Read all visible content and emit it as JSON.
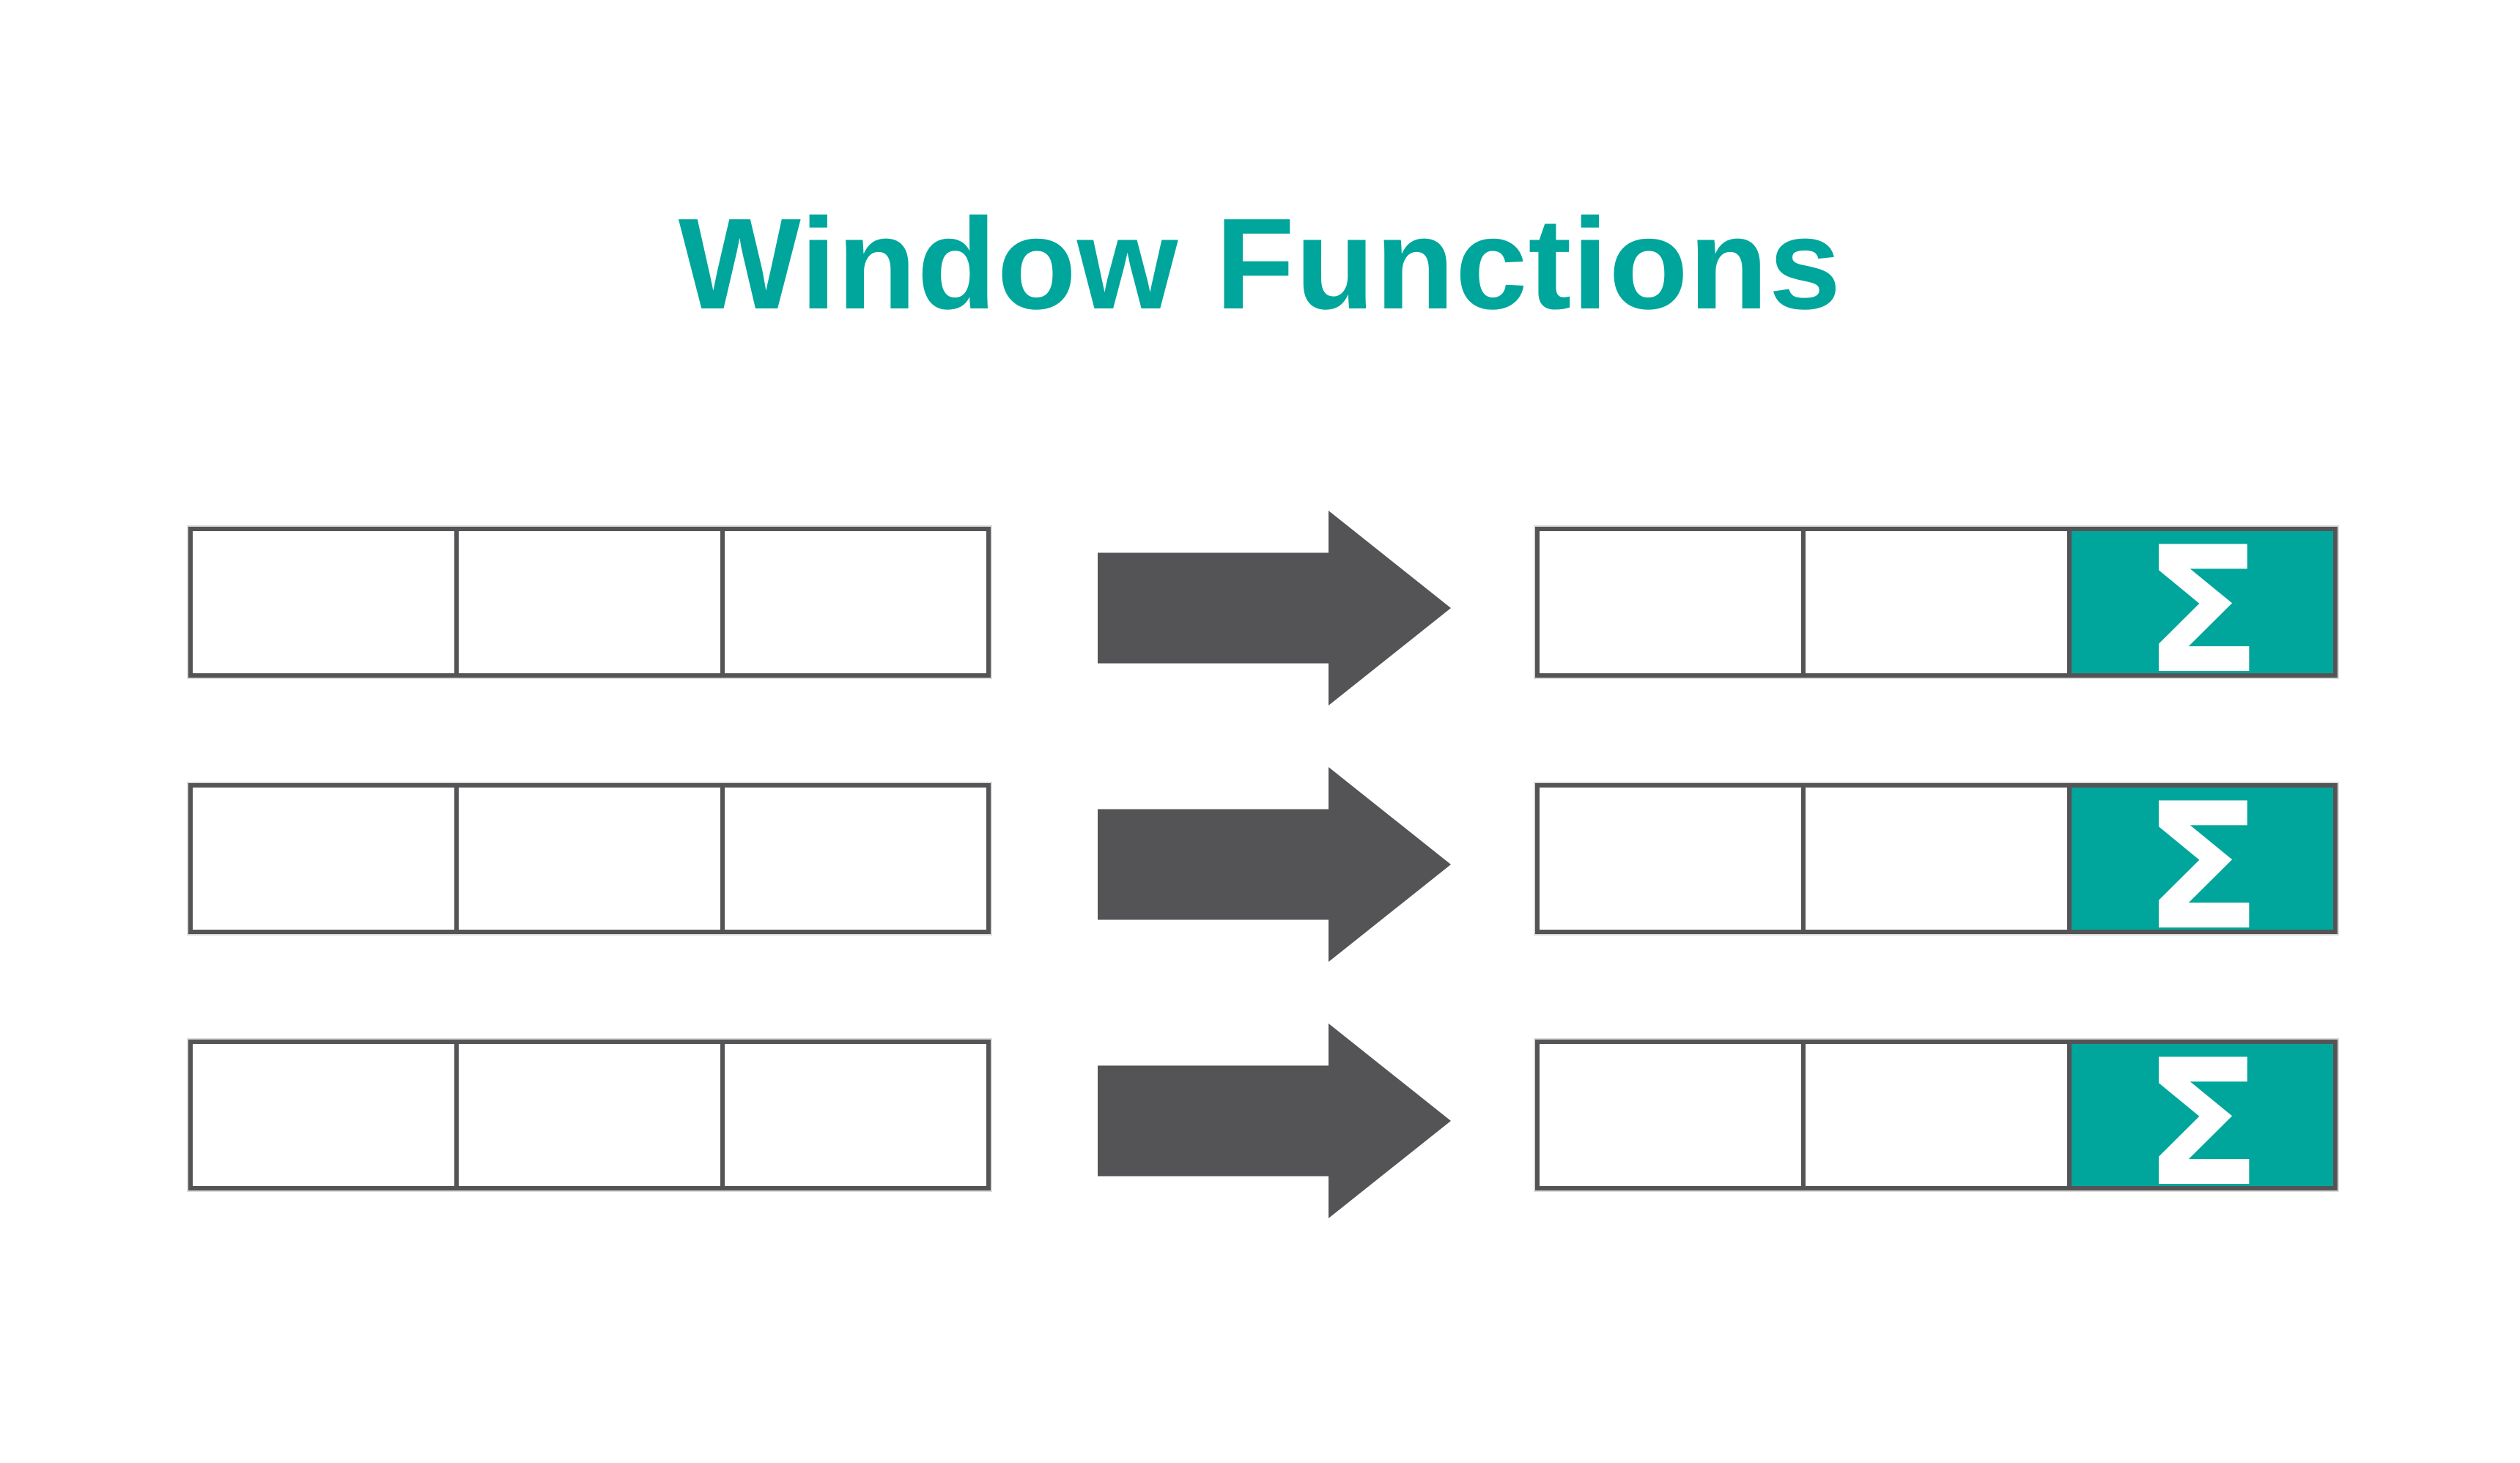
{
  "title": "Window Functions",
  "colors": {
    "teal": "#00A69B",
    "dark_gray": "#545456",
    "background": "#FFFFFF",
    "sigma_text": "#FFFFFF"
  },
  "icons": {
    "arrow_right": "solid block right-arrow"
  },
  "rows": [
    {
      "input_cells": [
        "",
        "",
        ""
      ],
      "output_cells": [
        "",
        ""
      ],
      "aggregate_label": "Σ"
    },
    {
      "input_cells": [
        "",
        "",
        ""
      ],
      "output_cells": [
        "",
        ""
      ],
      "aggregate_label": "Σ"
    },
    {
      "input_cells": [
        "",
        "",
        ""
      ],
      "output_cells": [
        "",
        ""
      ],
      "aggregate_label": "Σ"
    }
  ]
}
